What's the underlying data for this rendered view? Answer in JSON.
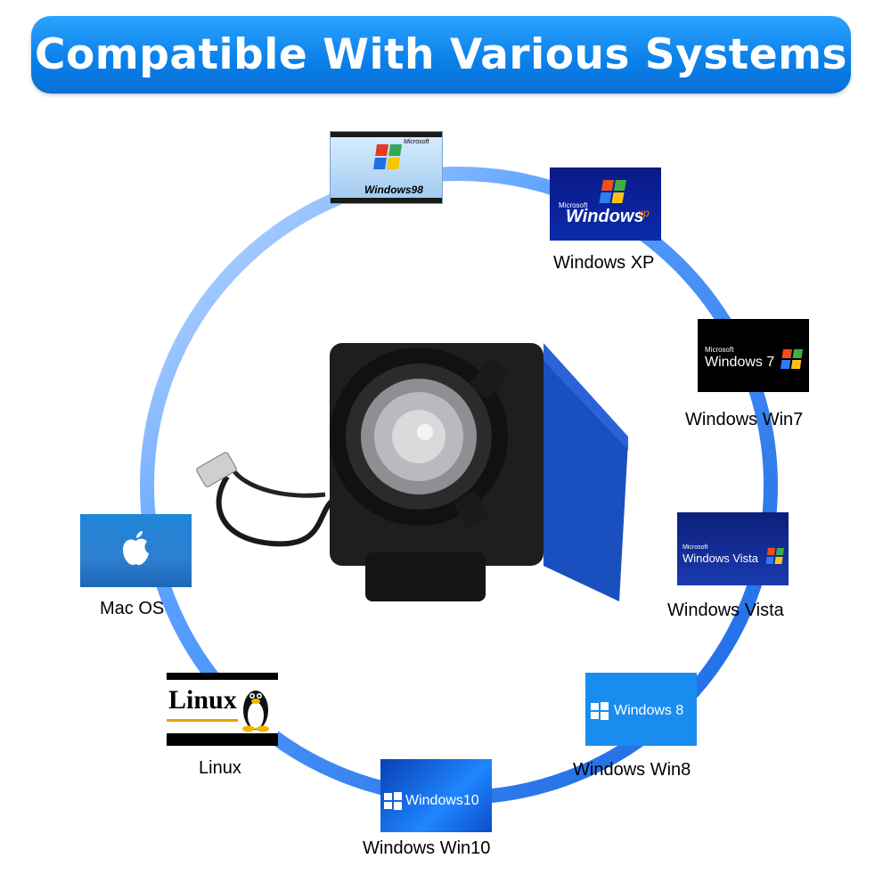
{
  "banner": {
    "title": "Compatible With Various Systems"
  },
  "colors": {
    "banner": "#0a7fe8",
    "ring": "#1a73e8",
    "camera_body": "#1f56c8"
  },
  "systems": [
    {
      "label": "",
      "logo_text": "Windows98",
      "logo_brand": "Microsoft",
      "icon": "windows-98-logo-icon"
    },
    {
      "label": "Windows XP",
      "logo_text": "Windows",
      "logo_suffix": "xp",
      "logo_brand": "Microsoft",
      "icon": "windows-xp-logo-icon"
    },
    {
      "label": "Windows Win7",
      "logo_text": "Windows 7",
      "logo_brand": "Microsoft",
      "icon": "windows-7-logo-icon"
    },
    {
      "label": "Windows Vista",
      "logo_text": "Windows Vista",
      "logo_brand": "Microsoft",
      "icon": "windows-vista-logo-icon"
    },
    {
      "label": "Windows Win8",
      "logo_text": "Windows 8",
      "icon": "windows-8-logo-icon"
    },
    {
      "label": "Windows Win10",
      "logo_text": "Windows10",
      "icon": "windows-10-logo-icon"
    },
    {
      "label": "Linux",
      "logo_text": "Linux",
      "icon": "linux-tux-logo-icon"
    },
    {
      "label": "Mac OS",
      "icon": "apple-logo-icon"
    }
  ],
  "product": {
    "icon": "usb-camera-icon"
  }
}
